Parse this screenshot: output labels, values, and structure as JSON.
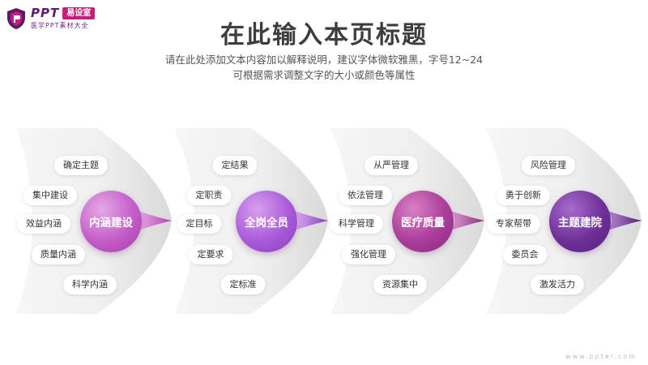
{
  "logo": {
    "brand": "PPT",
    "tag": "易设室",
    "subtitle": "医学PPT素材大全"
  },
  "header": {
    "title": "在此输入本页标题",
    "subtitle_line1": "请在此处添加文本内容加以解释说明，建议字体微软雅黑，字号12~24",
    "subtitle_line2": "可根据需求调整文字的大小或颜色等属性"
  },
  "groups": [
    {
      "title": "内涵建设",
      "items": [
        "确定主题",
        "集中建设",
        "效益内涵",
        "质量内涵",
        "科学内涵"
      ]
    },
    {
      "title": "全岗全员",
      "items": [
        "定结果",
        "定职责",
        "定目标",
        "定要求",
        "定标准"
      ]
    },
    {
      "title": "医疗质量",
      "items": [
        "从严管理",
        "依法管理",
        "科学管理",
        "强化管理",
        "资源集中"
      ]
    },
    {
      "title": "主题建院",
      "items": [
        "风险管理",
        "勇于创新",
        "专家帮带",
        "委员会",
        "激发活力"
      ]
    }
  ],
  "watermark": "www.ppter.com",
  "colors": {
    "accent1": "#c45dc8",
    "accent2": "#a85ad8",
    "accent3": "#aa3c9a",
    "accent4": "#6f2f98"
  }
}
